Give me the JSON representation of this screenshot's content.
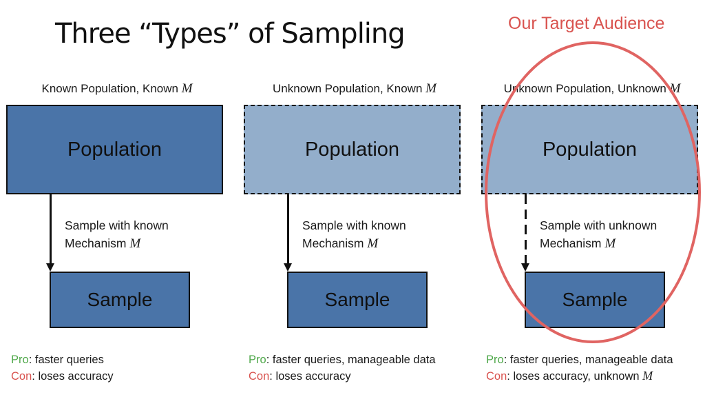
{
  "title": "Three “Types” of Sampling",
  "annotation": {
    "label": "Our Target Audience",
    "color": "#d9534f"
  },
  "columns": [
    {
      "heading": "Known Population, Known ",
      "heading_var": "M",
      "population_label": "Population",
      "population_style": "known-solid",
      "mechanism_line1": "Sample with known",
      "mechanism_line2": "Mechanism ",
      "mechanism_var": "M",
      "arrow_style": "solid",
      "sample_label": "Sample",
      "pro_label": "Pro",
      "pro_text": ": faster queries",
      "con_label": "Con",
      "con_text": ": loses accuracy",
      "con_var": ""
    },
    {
      "heading": "Unknown Population, Known ",
      "heading_var": "M",
      "population_label": "Population",
      "population_style": "unknown-dashed",
      "mechanism_line1": "Sample with known",
      "mechanism_line2": "Mechanism ",
      "mechanism_var": "M",
      "arrow_style": "solid",
      "sample_label": "Sample",
      "pro_label": "Pro",
      "pro_text": ": faster queries, manageable data",
      "con_label": "Con",
      "con_text": ": loses accuracy",
      "con_var": ""
    },
    {
      "heading": "Unknown Population, Unknown ",
      "heading_var": "M",
      "population_label": "Population",
      "population_style": "unknown-dashed",
      "mechanism_line1": "Sample with unknown",
      "mechanism_line2": "Mechanism ",
      "mechanism_var": "M",
      "arrow_style": "dashed",
      "sample_label": "Sample",
      "pro_label": "Pro",
      "pro_text": ": faster queries, manageable data",
      "con_label": "Con",
      "con_text": ": loses accuracy, unknown ",
      "con_var": "M"
    }
  ],
  "colors": {
    "known_fill": "#4a74a8",
    "unknown_fill": "#93aecb",
    "pro": "#4fa84a",
    "con": "#d9534f",
    "highlight": "#e06462"
  }
}
